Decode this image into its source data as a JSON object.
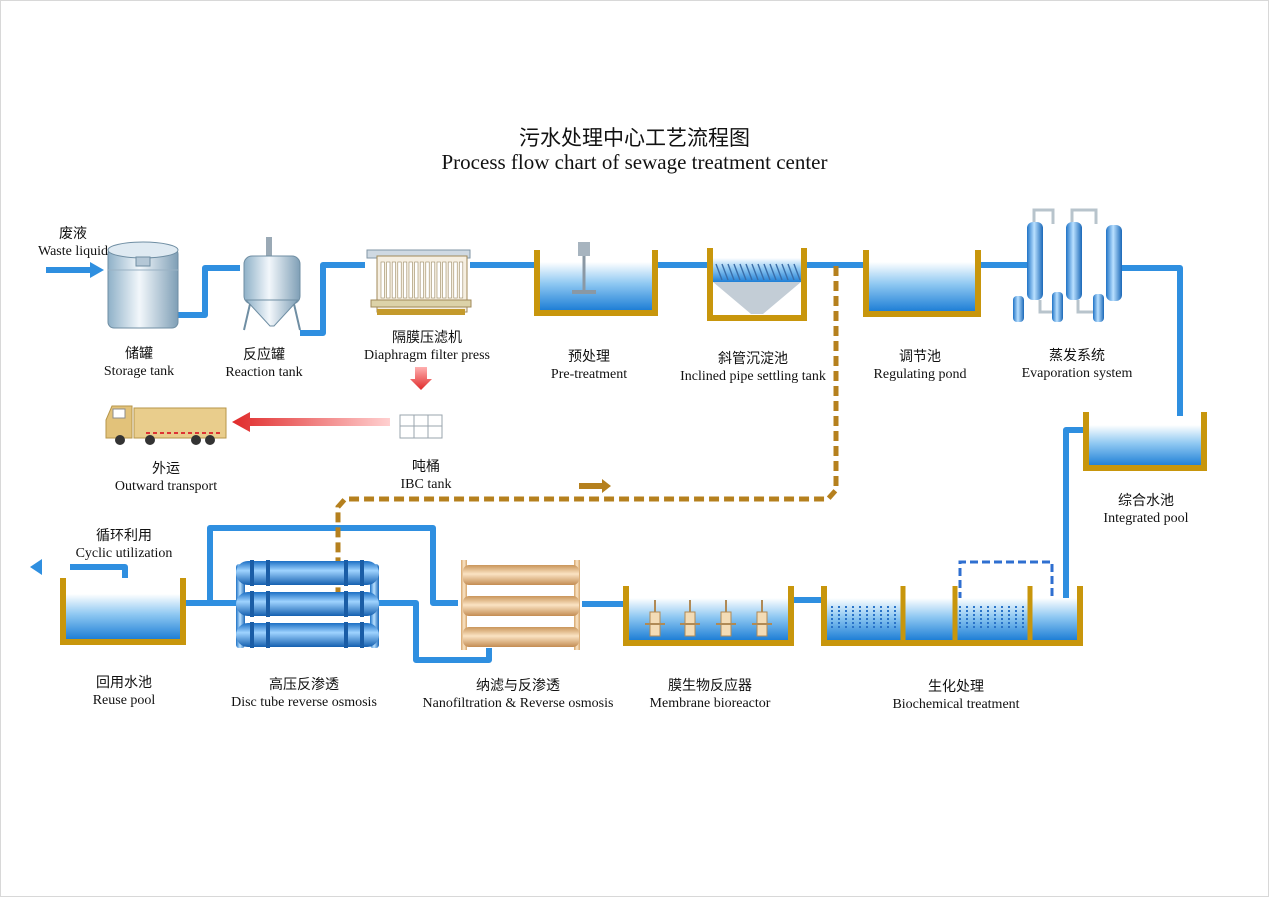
{
  "title": {
    "zh": "污水处理中心工艺流程图",
    "en": "Process flow chart of sewage treatment center"
  },
  "colors": {
    "pipe": "#2f8fe0",
    "sludge": "#b5801e",
    "tank_wall": "#c8960c",
    "transfer_arrow": "#e23b3b",
    "truck_body": "#e9cd8c"
  },
  "nodes": {
    "waste_liquid": {
      "zh": "废液",
      "en": "Waste liquid"
    },
    "storage_tank": {
      "zh": "储罐",
      "en": "Storage tank"
    },
    "reaction_tank": {
      "zh": "反应罐",
      "en": "Reaction tank"
    },
    "filter_press": {
      "zh": "隔膜压滤机",
      "en": "Diaphragm filter press"
    },
    "pretreatment": {
      "zh": "预处理",
      "en": "Pre-treatment"
    },
    "settling_tank": {
      "zh": "斜管沉淀池",
      "en": "Inclined pipe settling tank"
    },
    "regulating_pond": {
      "zh": "调节池",
      "en": "Regulating pond"
    },
    "evaporation": {
      "zh": "蒸发系统",
      "en": "Evaporation system"
    },
    "ibc_tank": {
      "zh": "吨桶",
      "en": "IBC tank"
    },
    "outward_transport": {
      "zh": "外运",
      "en": "Outward transport"
    },
    "integrated_pool": {
      "zh": "综合水池",
      "en": "Integrated pool"
    },
    "cyclic_utilization": {
      "zh": "循环利用",
      "en": "Cyclic utilization"
    },
    "reuse_pool": {
      "zh": "回用水池",
      "en": "Reuse pool"
    },
    "disc_tube_ro": {
      "zh": "高压反渗透",
      "en": "Disc tube reverse osmosis"
    },
    "nf_ro": {
      "zh": "纳滤与反渗透",
      "en": "Nanofiltration & Reverse osmosis"
    },
    "mbr": {
      "zh": "膜生物反应器",
      "en": "Membrane bioreactor"
    },
    "biochemical": {
      "zh": "生化处理",
      "en": "Biochemical treatment"
    }
  }
}
